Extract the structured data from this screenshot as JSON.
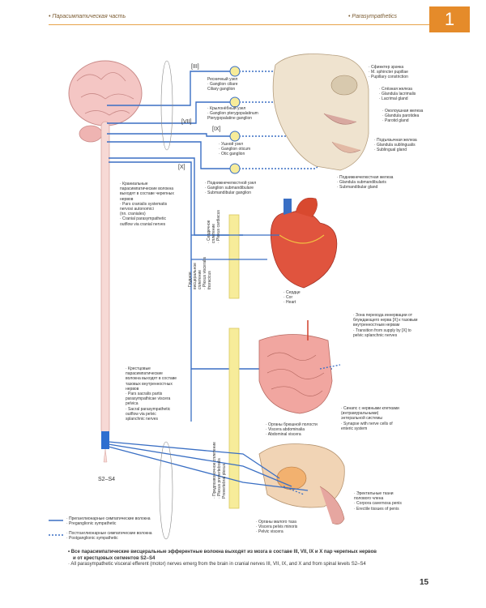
{
  "header": {
    "left": "• Парасимпатическая часть",
    "right": "• Parasympathetics",
    "chapter": "1"
  },
  "nerves": {
    "III": "[III]",
    "VII": "[VII]",
    "IX": "[IX]",
    "X": "[X]",
    "sacral": "S2–S4"
  },
  "labels": {
    "ciliary": [
      "Ресничный узел",
      "· Ganglion ciliare",
      "Ciliary ganglion"
    ],
    "pterygo": [
      "· Крылонёбный узел",
      "· Ganglion pterygopalatinum",
      "Pterygopalatine ganglion"
    ],
    "otic": [
      "· Ушной узел",
      "· Ganglion oticum",
      "· Otic ganglion"
    ],
    "submand": [
      "· Поднижнечелюстной узел",
      "· Ganglion submandibulare",
      "· Submandibular ganglion"
    ],
    "cranial": [
      "· Краниальные",
      "парасимпатические волокна",
      "выходят в составе черепных",
      "нервов",
      "· Pars cranialis systematis",
      "nervosi autonomici",
      "(nn. craniales)",
      "· Cranial parasympathetic",
      "outflow via cranial nerves"
    ],
    "sphincter": [
      "· Сфинктер зрачка",
      "· M. sphincter pupillae",
      "· Pupillary constriction"
    ],
    "lacrimal": [
      "· Слёзная железа",
      "· Glandula lacrimalis",
      "· Lacrimal gland"
    ],
    "parotid": [
      "· Околоушная железа",
      "· Glandula parotidea",
      "· Parotid gland"
    ],
    "sublingual": [
      "· Подъязычная железа",
      "· Glandula sublingualis",
      "· Sublingual gland"
    ],
    "submand_gland": [
      "· Поднижнечелюстная железа",
      "· Glandula submandibularis",
      "· Submandibular gland"
    ],
    "heart": [
      "· Сердце",
      "· Cor",
      "· Heart"
    ],
    "transition": [
      "· Зона перехода иннервации от",
      "блуждающего нерва [X] к тазовым",
      "внутренностным нервам",
      "· Transition from supply by [X] to",
      "pelvic splanchnic nerves"
    ],
    "sacral_out": [
      "· Крестцовые",
      "парасимпатические",
      "волокна выходят в составе",
      "тазовых внутренностных",
      "нервов",
      "· Pars sacralis partis",
      "parasympathicae viscera",
      "pelvica",
      "· Sacral parasympathetic",
      "outflow via pelvic",
      "splanchnic nerves"
    ],
    "enteric": [
      "· Синапс с нервными клетками",
      "(интрамуральными)",
      "энтеральной системы",
      "· Synapse with nerve cells of",
      "enteric system"
    ],
    "abdominal": [
      "· Органы брюшной полости",
      "· Viscera abdominalia",
      "· Abdominal viscera"
    ],
    "erectile": [
      "· Эректильные ткани",
      "полового члена",
      "· Corpora cavernosa penis",
      "· Erectile tissues of penis"
    ],
    "pelvic": [
      "· Органы малого таза",
      "· Viscera pelvis minoris",
      "· Pelvic viscera"
    ]
  },
  "vertical": {
    "cardiac": [
      "· Сердечное",
      "сплетение",
      "· Plexus cardiacus"
    ],
    "thoracic": [
      "· Грудное",
      "висцеральное",
      "сплетение",
      "· Plexus visceralis",
      "thoracicus"
    ],
    "prevertebral": [
      "· Предпозвоночное сплетение",
      "· Plexus prevertebralis",
      "Prevertebral plexus"
    ]
  },
  "legend": {
    "pre": [
      "· Преганглионарные симпатические волокна",
      "· Preganglionic sympathetic"
    ],
    "post": [
      "· Постганглионарные симпатические волокна",
      "· Postganglionic sympathetic"
    ]
  },
  "footer": {
    "ru1": "• Все парасимпатические висцеральные эфферентные волокна выходят из мозга в составе III, VII, IX и X пар черепных нервов",
    "ru2": "и от крестцовых сегментов S2–S4",
    "en": "· All parasympathetic visceral efferent (motor) nerves emerg from the brain in cranial nerves III, VII, IX, and X and from spinal levels S2–S4"
  },
  "page_number": "15",
  "colors": {
    "accent": "#e58b2a",
    "nerve_blue": "#3a6fc4",
    "plexus_yellow": "#f7ec9a"
  }
}
